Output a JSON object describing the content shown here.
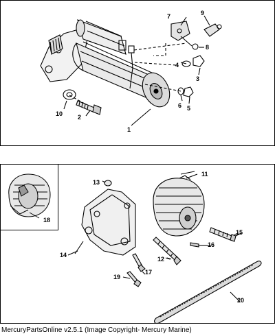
{
  "top_callouts": [
    "1",
    "2",
    "3",
    "4",
    "5",
    "6",
    "7",
    "8",
    "9",
    "10"
  ],
  "bottom_callouts": [
    "11",
    "12",
    "13",
    "14",
    "15",
    "16",
    "17",
    "18",
    "19",
    "20"
  ],
  "inset_callouts": [
    "18"
  ],
  "footer": "MercuryPartsOnline v2.5.1 (Image Copyright- Mercury Marine)"
}
